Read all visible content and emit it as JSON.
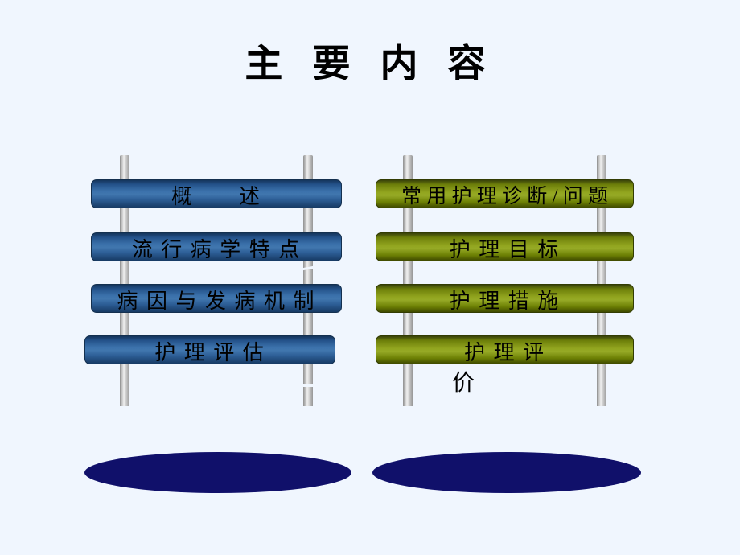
{
  "slide": {
    "title": "主 要 内 容"
  },
  "left_menu": {
    "items": [
      {
        "label": "概　　述"
      },
      {
        "label": "流 行 病 学 特 点"
      },
      {
        "label": "病 因 与 发 病 机 制"
      },
      {
        "label": "护 理 评 估"
      }
    ]
  },
  "right_menu": {
    "items": [
      {
        "label": "常 用 护 理 诊 断 / 问 题"
      },
      {
        "label": "护 理 目 标"
      },
      {
        "label": "护 理 措 施"
      },
      {
        "label": "护 理 评",
        "overflow": "价"
      }
    ]
  },
  "colors": {
    "background": "#f0f6fe",
    "title_text": "#000000",
    "bar_text": "#000000",
    "blue_bar_mid": "#4076ae",
    "blue_bar_edge": "#15355c",
    "green_bar_mid": "#96aa26",
    "green_bar_edge": "#3f4a00",
    "post_gray": "#d2d2d2",
    "ellipse_navy": "#10106a"
  }
}
